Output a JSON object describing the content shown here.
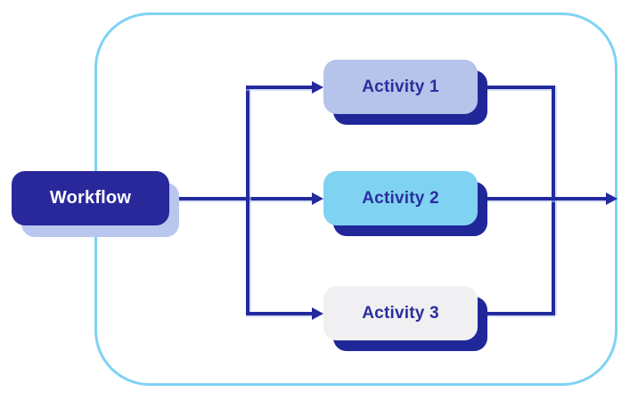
{
  "diagram": {
    "kind": "workflow-fanout",
    "nodes": {
      "workflow": {
        "label": "Workflow"
      },
      "activities": [
        {
          "label": "Activity 1"
        },
        {
          "label": "Activity 2"
        },
        {
          "label": "Activity 3"
        }
      ]
    },
    "edges": [
      {
        "from": "Workflow",
        "to": "Activity 1"
      },
      {
        "from": "Workflow",
        "to": "Activity 2"
      },
      {
        "from": "Workflow",
        "to": "Activity 3"
      },
      {
        "from": "Activity 1",
        "to": "exit"
      },
      {
        "from": "Activity 2",
        "to": "exit"
      },
      {
        "from": "Activity 3",
        "to": "exit"
      }
    ]
  },
  "colors": {
    "navy-fill": "#29289B",
    "line-navy": "#232A9E",
    "shadow-navy": "#1F2799",
    "sky-border": "#7ED3F5",
    "periwinkle": "#B9C6EE",
    "activity1-fill": "#B6C3EA",
    "activity2-fill": "#7FD2F2",
    "activity3-fill": "#F0F0F3",
    "activity-text": "#2B2E9E",
    "workflow-text": "#FFFFFF"
  }
}
